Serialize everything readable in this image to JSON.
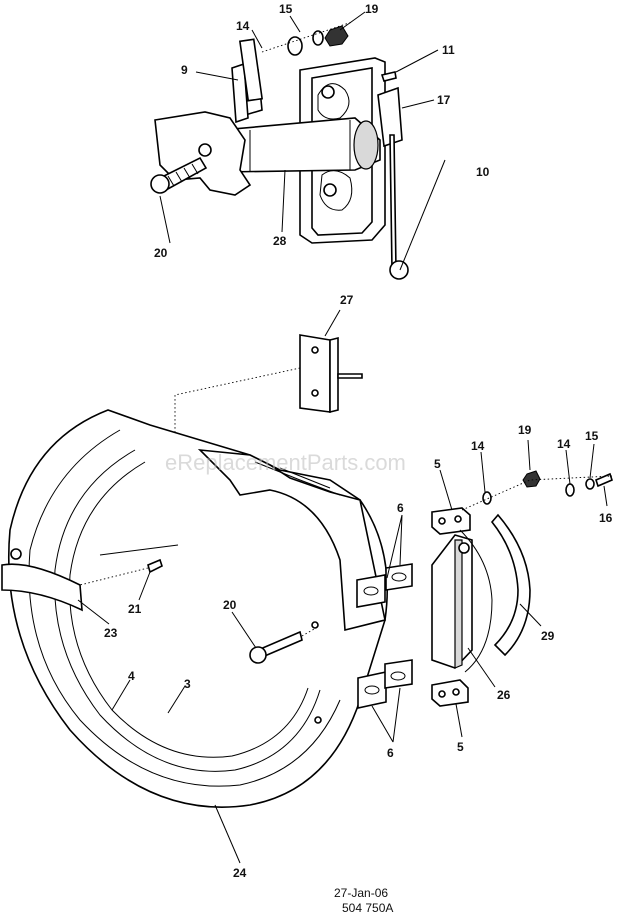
{
  "watermark": "eReplacementParts.com",
  "footer": {
    "date": "27-Jan-06",
    "code": "504 750A"
  },
  "callouts": {
    "c14a": "14",
    "c15a": "15",
    "c19a": "19",
    "c9": "9",
    "c11": "11",
    "c17": "17",
    "c10": "10",
    "c20a": "20",
    "c28": "28",
    "c27": "27",
    "c5a": "5",
    "c14b": "14",
    "c19b": "19",
    "c14c": "14",
    "c15b": "15",
    "c16": "16",
    "c6a": "6",
    "c21": "21",
    "c20b": "20",
    "c23": "23",
    "c29": "29",
    "c4": "4",
    "c3": "3",
    "c26": "26",
    "c6b": "6",
    "c5b": "5",
    "c24": "24"
  }
}
